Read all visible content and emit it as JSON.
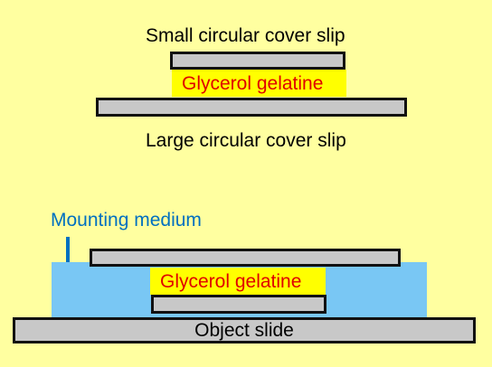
{
  "top_diagram": {
    "small_slip_label": "Small circular cover slip",
    "gel_label": "Glycerol gelatine",
    "large_slip_label": "Large circular cover slip"
  },
  "bottom_diagram": {
    "mounting_medium_label": "Mounting medium",
    "gel_label": "Glycerol gelatine",
    "object_slide_label": "Object slide"
  },
  "colors": {
    "background": "#ffffa0",
    "gel": "#ffff00",
    "gel_text": "#e00000",
    "medium": "#79c7f4",
    "medium_label": "#0070c0",
    "slip_fill": "#c8c8c8",
    "outline": "#111111"
  }
}
